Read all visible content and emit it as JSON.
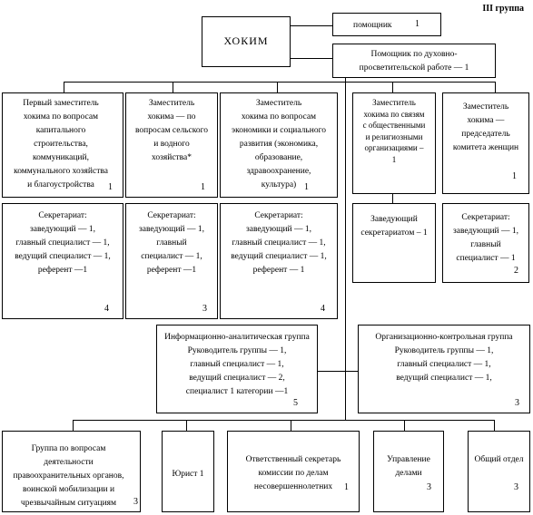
{
  "group_label": "III группа",
  "hokim": "ХОКИМ",
  "assistant": {
    "text": "помощник",
    "num": "1"
  },
  "spiritual_assistant": {
    "text": "Помощник по духовно-\nпросветительской работе — 1"
  },
  "deputies": [
    {
      "text": "Первый заместитель\nхокима по вопросам\nкапитального\nстроительства,\nкоммуникаций,\nкоммунального хозяйства\nи благоустройства",
      "num": "1"
    },
    {
      "text": "Заместитель\nхокима — по\nвопросам сельского\nи водного\nхозяйства*",
      "num": "1"
    },
    {
      "text": "Заместитель\nхокима по вопросам\nэкономики и социального\nразвития (экономика,\nобразование,\nздравоохранение,\nкультура)",
      "num": "1"
    },
    {
      "text": "Заместитель\nхокима по связям\nс общественными\nи религиозными\nорганизациями –\n1",
      "num": ""
    },
    {
      "text": "Заместитель\nхокима —\nпредседатель\nкомитета женщин",
      "num": "1"
    }
  ],
  "secretariats": [
    {
      "text": "Секретариат:\nзаведующий — 1,\nглавный специалист — 1,\nведущий специалист — 1,\nреферент —1",
      "num": "4"
    },
    {
      "text": "Секретариат:\nзаведующий — 1,\nглавный\nспециалист — 1,\nреферент —1",
      "num": "3"
    },
    {
      "text": "Секретариат:\nзаведующий — 1,\nглавный специалист — 1,\nведущий специалист — 1,\nреферент — 1",
      "num": "4"
    },
    {
      "text": "Заведующий\nсекретариатом – 1",
      "num": ""
    },
    {
      "text": "Секретариат:\nзаведующий — 1,\nглавный\nспециалист — 1",
      "num": "2"
    }
  ],
  "info_group": {
    "text": "Информационно-аналитическая группа\nРуководитель группы — 1,\nглавный специалист — 1,\nведущий специалист — 2,\nспециалист 1 категории —1",
    "num": "5"
  },
  "control_group": {
    "text": "Организационно-контрольная группа\nРуководитель группы — 1,\nглавный специалист — 1,\nведущий специалист — 1,",
    "num": "3"
  },
  "bottom": [
    {
      "text": "Группа по вопросам\nдеятельности\nправоохранительных органов,\nвоинской мобилизации и\nчрезвычайным ситуациям",
      "num": "3"
    },
    {
      "text": "Юрист 1",
      "num": ""
    },
    {
      "text": "Ответственный секретарь\nкомиссии по делам\nнесовершеннолетних",
      "num": "1"
    },
    {
      "text": "Управление\nделами",
      "num": "3"
    },
    {
      "text": "Общий отдел",
      "num": "3"
    }
  ]
}
